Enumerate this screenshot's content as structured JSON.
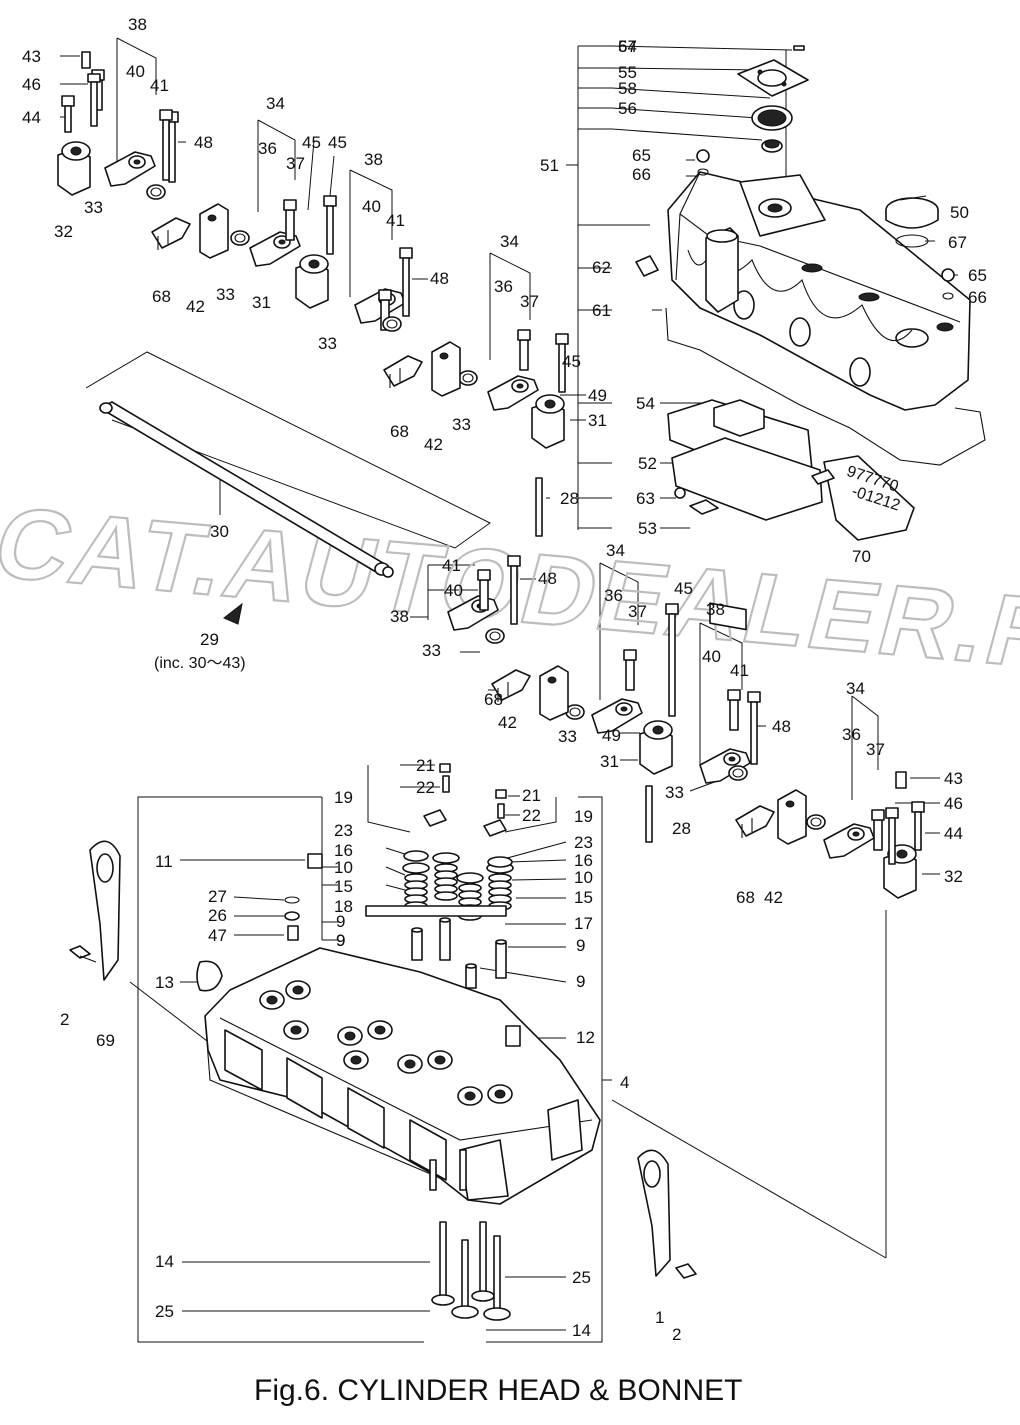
{
  "figure": {
    "caption": "Fig.6.  CYLINDER HEAD & BONNET",
    "watermark": "ACAT.AUTODEALER.RU",
    "note_29": "(inc. 30～43)",
    "colors": {
      "ink": "#111111",
      "watermark": "#bdbdbd",
      "background": "#ffffff"
    }
  },
  "callouts": [
    "1",
    "2",
    "2",
    "4",
    "9",
    "9",
    "9",
    "9",
    "9",
    "10",
    "10",
    "11",
    "12",
    "13",
    "14",
    "14",
    "15",
    "15",
    "16",
    "16",
    "17",
    "18",
    "19",
    "19",
    "21",
    "21",
    "22",
    "22",
    "23",
    "23",
    "25",
    "25",
    "26",
    "27",
    "28",
    "28",
    "29",
    "30",
    "31",
    "31",
    "31",
    "32",
    "32",
    "33",
    "33",
    "33",
    "33",
    "33",
    "33",
    "33",
    "34",
    "34",
    "34",
    "34",
    "36",
    "36",
    "36",
    "36",
    "37",
    "37",
    "37",
    "37",
    "38",
    "38",
    "38",
    "38",
    "40",
    "40",
    "40",
    "40",
    "41",
    "41",
    "41",
    "41",
    "42",
    "42",
    "42",
    "42",
    "43",
    "43",
    "44",
    "44",
    "45",
    "45",
    "45",
    "45",
    "46",
    "46",
    "47",
    "48",
    "48",
    "48",
    "48",
    "49",
    "49",
    "50",
    "51",
    "52",
    "53",
    "54",
    "55",
    "56",
    "57",
    "58",
    "61",
    "62",
    "63",
    "64",
    "65",
    "65",
    "66",
    "66",
    "67",
    "68",
    "68",
    "68",
    "68",
    "69",
    "70"
  ],
  "tube_print": [
    "977770",
    "-01212"
  ]
}
